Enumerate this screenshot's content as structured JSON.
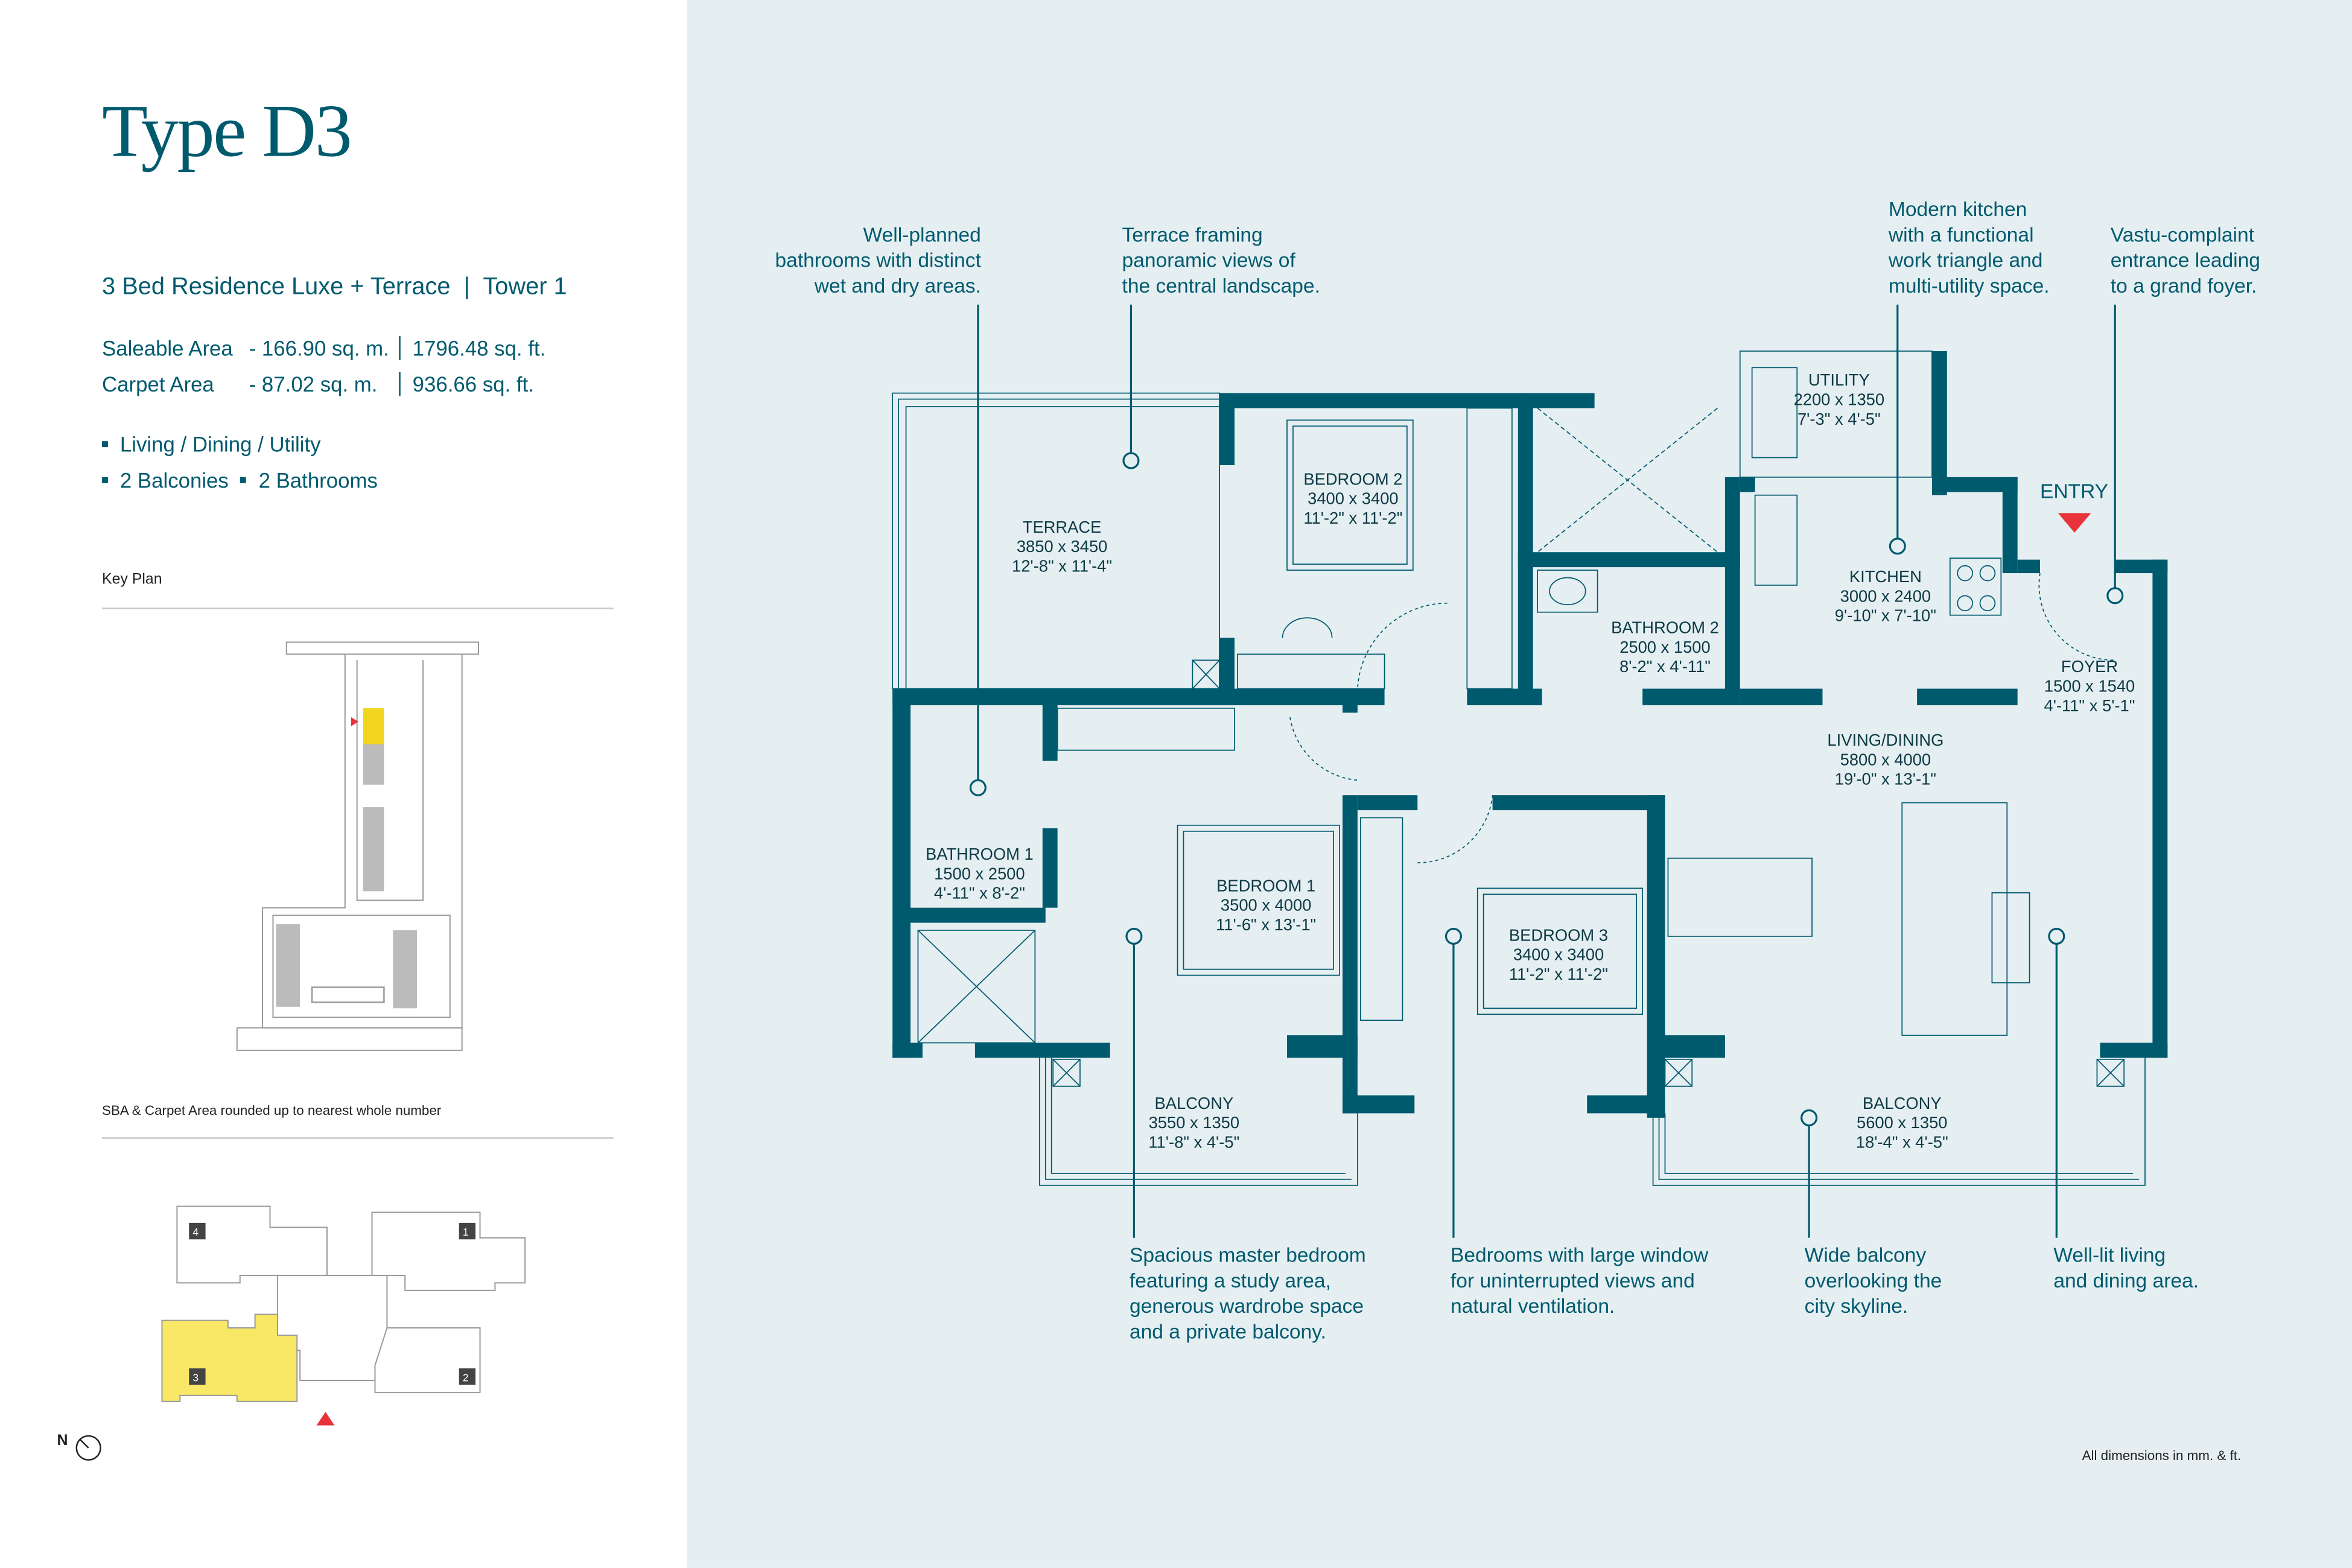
{
  "header": {
    "title": "Type D3",
    "subtitle": "3 Bed Residence Luxe + Terrace  |  Tower 1"
  },
  "areas": [
    {
      "label": "Saleable Area",
      "sqm": "- 166.90 sq. m.",
      "sqft": "1796.48 sq. ft."
    },
    {
      "label": "Carpet Area",
      "sqm": "- 87.02 sq. m.",
      "sqft": "936.66 sq. ft."
    }
  ],
  "features": {
    "line1": "Living / Dining / Utility",
    "line2a": "2 Balconies",
    "line2b": "2 Bathrooms"
  },
  "key_plan": {
    "label": "Key Plan",
    "note": "SBA & Carpet Area rounded up to nearest whole number",
    "north": "N",
    "towers": [
      "4",
      "1",
      "3",
      "2"
    ]
  },
  "rooms": [
    {
      "name": "TERRACE",
      "mm": "3850 x 3450",
      "ft": "12'-8\" x 11'-4\""
    },
    {
      "name": "BEDROOM 2",
      "mm": "3400 x 3400",
      "ft": "11'-2\" x 11'-2\""
    },
    {
      "name": "UTILITY",
      "mm": "2200 x 1350",
      "ft": "7'-3\" x 4'-5\""
    },
    {
      "name": "BATHROOM 2",
      "mm": "2500 x 1500",
      "ft": "8'-2\" x 4'-11\""
    },
    {
      "name": "KITCHEN",
      "mm": "3000 x 2400",
      "ft": "9'-10\" x 7'-10\""
    },
    {
      "name": "FOYER",
      "mm": "1500 x 1540",
      "ft": "4'-11\" x 5'-1\""
    },
    {
      "name": "LIVING/DINING",
      "mm": "5800 x 4000",
      "ft": "19'-0\" x 13'-1\""
    },
    {
      "name": "BATHROOM 1",
      "mm": "1500 x 2500",
      "ft": "4'-11\" x 8'-2\""
    },
    {
      "name": "BEDROOM 1",
      "mm": "3500 x 4000",
      "ft": "11'-6\" x 13'-1\""
    },
    {
      "name": "BEDROOM 3",
      "mm": "3400 x 3400",
      "ft": "11'-2\" x 11'-2\""
    },
    {
      "name": "BALCONY",
      "mm": "3550 x 1350",
      "ft": "11'-8\" x 4'-5\""
    },
    {
      "name": "BALCONY",
      "mm": "5600 x 1350",
      "ft": "18'-4\" x 4'-5\""
    }
  ],
  "entry": "ENTRY",
  "annotations": {
    "bath": [
      "Well-planned",
      "bathrooms with distinct",
      "wet and dry areas."
    ],
    "terrace": [
      "Terrace framing",
      "panoramic views of",
      "the central landscape."
    ],
    "kitchen": [
      "Modern kitchen",
      "with a functional",
      "work triangle and",
      "multi-utility space."
    ],
    "vastu": [
      "Vastu-complaint",
      "entrance leading",
      "to a grand foyer."
    ],
    "master": [
      "Spacious master bedroom",
      "featuring a study area,",
      "generous wardrobe space",
      "and a private balcony."
    ],
    "bedrooms": [
      "Bedrooms with large window",
      "for uninterrupted views and",
      "natural ventilation."
    ],
    "balcony": [
      "Wide balcony",
      "overlooking the",
      "city skyline."
    ],
    "living": [
      "Well-lit living",
      "and dining area."
    ]
  },
  "dimensions_note": "All dimensions in mm. & ft.",
  "colors": {
    "primary": "#005a6e",
    "background": "#e5eff2",
    "highlight": "#f9e866",
    "entry": "#e8333a"
  }
}
